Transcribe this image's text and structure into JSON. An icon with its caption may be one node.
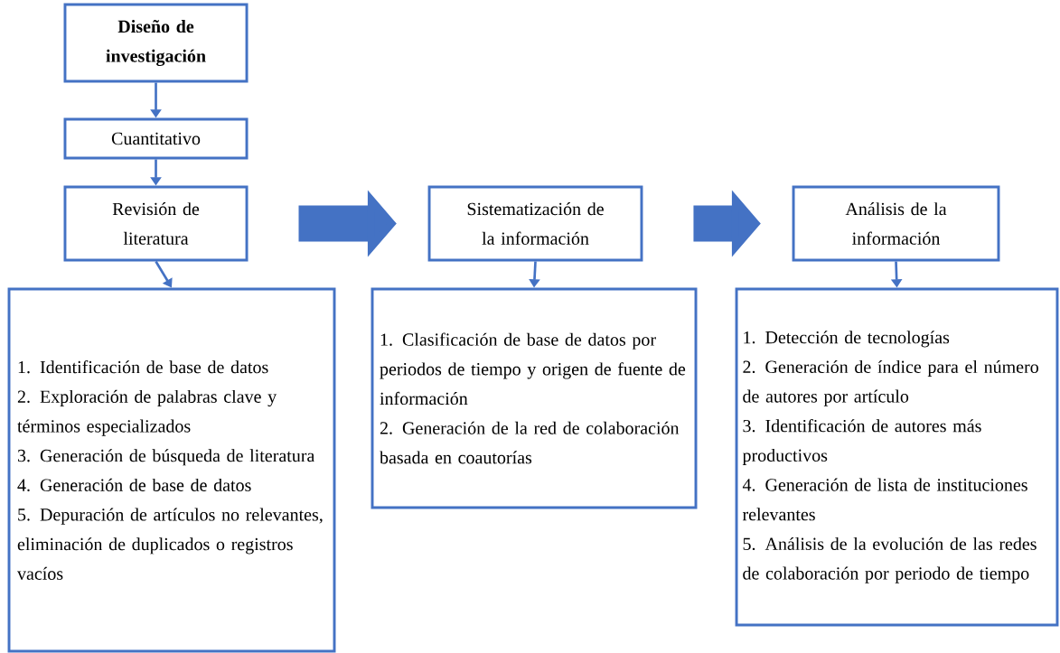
{
  "diagram": {
    "nodes": [
      {
        "text": [
          "Diseño de investigación"
        ]
      },
      {
        "text": [
          "Cuantitativo"
        ]
      },
      {
        "text": [
          "Revisión de literatura"
        ]
      },
      {
        "text": [
          "Sistematización de la información"
        ]
      },
      {
        "text": [
          "Análisis de la información"
        ]
      },
      {
        "text": [
          "1. Identificación de base de datos",
          "2. Exploración de palabras clave y términos especializados",
          "3. Generación de búsqueda de literatura",
          "4. Generación de base de datos",
          "5. Depuración de artículos no relevantes, eliminación de duplicados o registros vacíos"
        ]
      },
      {
        "text": [
          "1. Clasificación de base de datos por periodos de tiempo y origen de fuente de información",
          "2. Generación de la red de colaboración basada en coautorías"
        ]
      },
      {
        "text": [
          "1. Detección de tecnologías",
          "2. Generación de índice para el número de autores por artículo",
          "3. Identificación de autores más productivos",
          "4. Generación de lista de instituciones relevantes",
          "5. Análisis de la evolución de las redes de colaboración por periodo de tiempo"
        ]
      }
    ],
    "edges": [
      {
        "from": 0,
        "to": 1,
        "arrow": "to"
      },
      {
        "from": 1,
        "to": 2,
        "arrow": "to"
      },
      {
        "from": 2,
        "to": 3,
        "arrow": "to",
        "style": "thick"
      },
      {
        "from": 3,
        "to": 4,
        "arrow": "to",
        "style": "thick"
      },
      {
        "from": 2,
        "to": 5,
        "arrow": "to"
      },
      {
        "from": 3,
        "to": 6,
        "arrow": "to"
      },
      {
        "from": 4,
        "to": 7,
        "arrow": "to"
      }
    ]
  }
}
